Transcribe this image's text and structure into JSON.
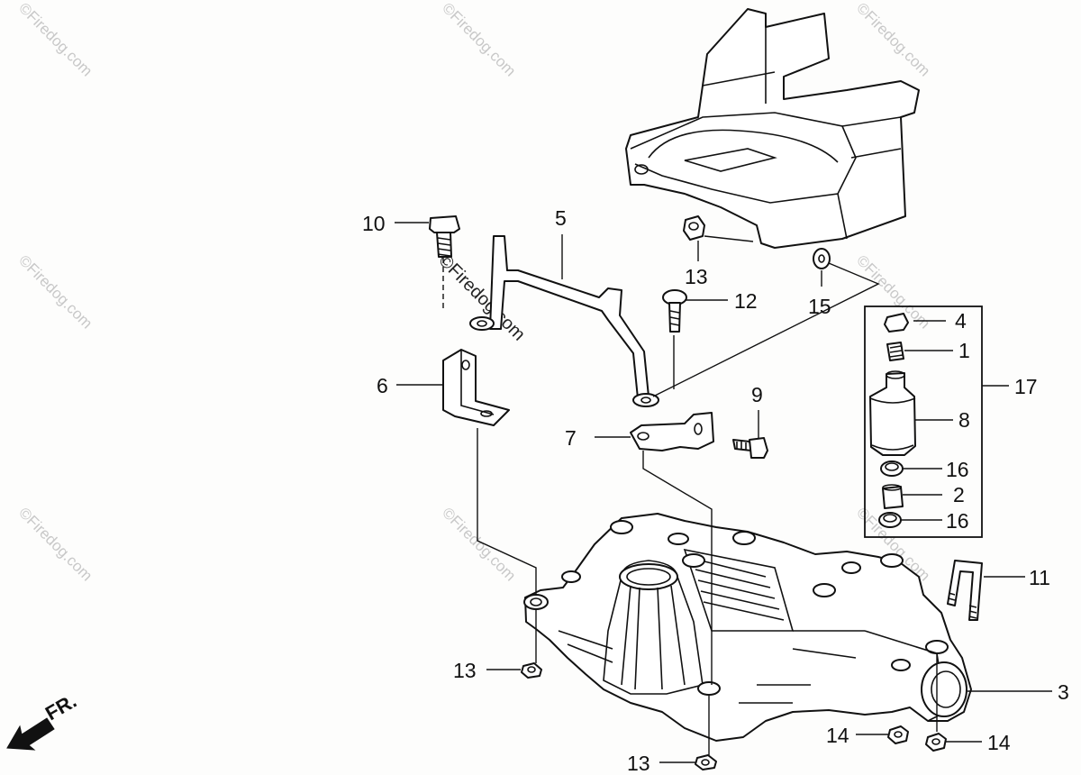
{
  "watermark": "©Firedog.com",
  "front_arrow_label": "FR.",
  "callouts": {
    "c10": "10",
    "c5": "5",
    "c13a": "13",
    "c12": "12",
    "c15": "15",
    "c6": "6",
    "c7": "7",
    "c9": "9",
    "c4": "4",
    "c1": "1",
    "c17": "17",
    "c8": "8",
    "c16a": "16",
    "c2": "2",
    "c16b": "16",
    "c11": "11",
    "c3": "3",
    "c13b": "13",
    "c13c": "13",
    "c14a": "14",
    "c14b": "14"
  }
}
